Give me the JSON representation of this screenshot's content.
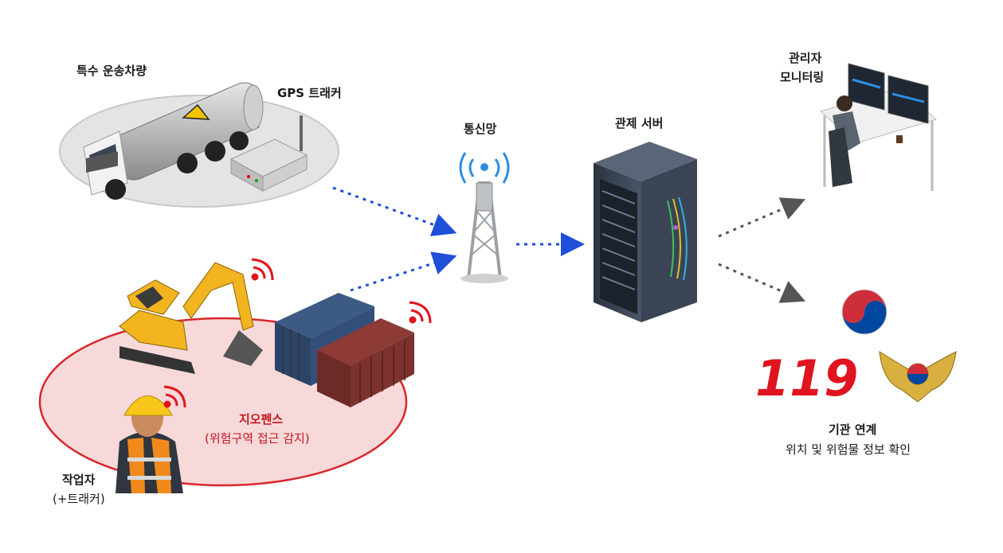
{
  "labels": {
    "vehicle": "특수 운송차량",
    "gps_tracker": "GPS 트래커",
    "network": "통신망",
    "server": "관제 서버",
    "admin_line1": "관리자",
    "admin_line2": "모니터링",
    "geofence_title": "지오펜스",
    "geofence_sub": "(위험구역 접근 감지)",
    "worker_line1": "작업자",
    "worker_line2": "(+트래커)",
    "agency_title": "기관 연계",
    "agency_sub": "위치 및 위험물 정보 확인",
    "logo_119": "119"
  },
  "colors": {
    "dotted_arrow": "#1f4fd8",
    "gray_arrow": "#555555",
    "geofence_red": "#d9262c",
    "geofence_fill": "#f7d9d9",
    "gray_zone": "#e4e4e4",
    "signal_red": "#e0141e",
    "signal_blue": "#2d8ee0"
  }
}
